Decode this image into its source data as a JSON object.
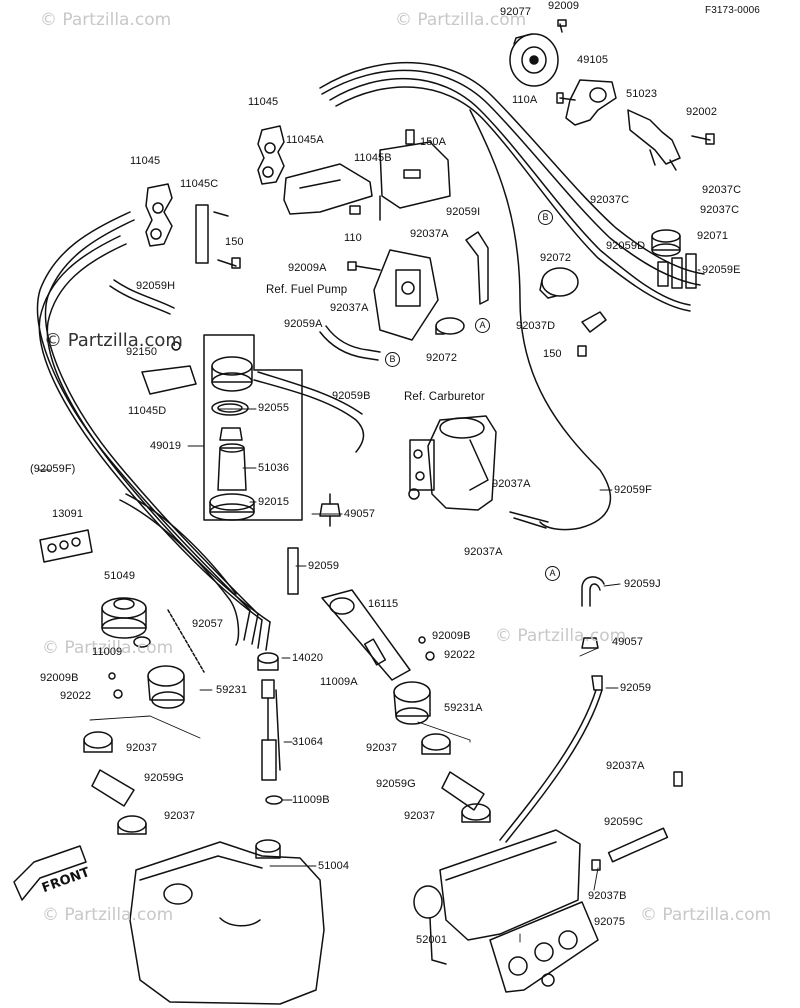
{
  "figure_code": "F3173-0006",
  "watermark": {
    "brand": "© Partzilla.com",
    "prominent": "© Partzilla.com"
  },
  "front_marker": "FRONT",
  "circle_refs": {
    "a": "A",
    "b": "B"
  },
  "labels": {
    "p92077": "92077",
    "p92009": "92009",
    "p49105": "49105",
    "p110A": "110A",
    "p51023": "51023",
    "p92002": "92002",
    "p11045_top": "11045",
    "p11045A": "11045A",
    "p150A": "150A",
    "p11045B": "11045B",
    "p11045_left": "11045",
    "p11045C": "11045C",
    "p150": "150",
    "p110": "110",
    "p92059I": "92059I",
    "p92037A_top": "92037A",
    "p92037C_l": "92037C",
    "p92037C_r1": "92037C",
    "p92037C_r2": "92037C",
    "p92071": "92071",
    "p92059E": "92059E",
    "p92072_r": "92072",
    "p92059D": "92059D",
    "p92009A": "92009A",
    "ref_fuel_pump": "Ref. Fuel Pump",
    "p92037A_mid": "92037A",
    "p92059H": "92059H",
    "p92059A": "92059A",
    "p92072_mid": "92072",
    "p92037D": "92037D",
    "p150_r": "150",
    "p92150": "92150",
    "p11045D": "11045D",
    "p92055": "92055",
    "p49019": "49019",
    "p51036": "51036",
    "p92015": "92015",
    "p92059B": "92059B",
    "ref_carburetor": "Ref. Carburetor",
    "p92059F_l": "(92059F)",
    "p92037A_carb1": "92037A",
    "p92059F_r": "92059F",
    "p92037A_carb2": "92037A",
    "p13091": "13091",
    "p49057_mid": "49057",
    "p92059_mid": "92059",
    "p51049": "51049",
    "p92057": "92057",
    "p16115": "16115",
    "p92059J": "92059J",
    "p11009": "11009",
    "p92009B_l": "92009B",
    "p92022_l": "92022",
    "p59231": "59231",
    "p14020": "14020",
    "p92009B_r": "92009B",
    "p92022_r": "92022",
    "p11009A": "11009A",
    "p49057_r": "49057",
    "p92059_r": "92059",
    "p59231A": "59231A",
    "p92037_l1": "92037",
    "p92059G_l": "92059G",
    "p31064": "31064",
    "p92037_r1": "92037",
    "p92059G_r": "92059G",
    "p92037A_r": "92037A",
    "p11009B": "11009B",
    "p92037_l2": "92037",
    "p92037_r2": "92037",
    "p92059C": "92059C",
    "p51004": "51004",
    "p92037B": "92037B",
    "p92075": "92075",
    "p52001": "52001"
  }
}
